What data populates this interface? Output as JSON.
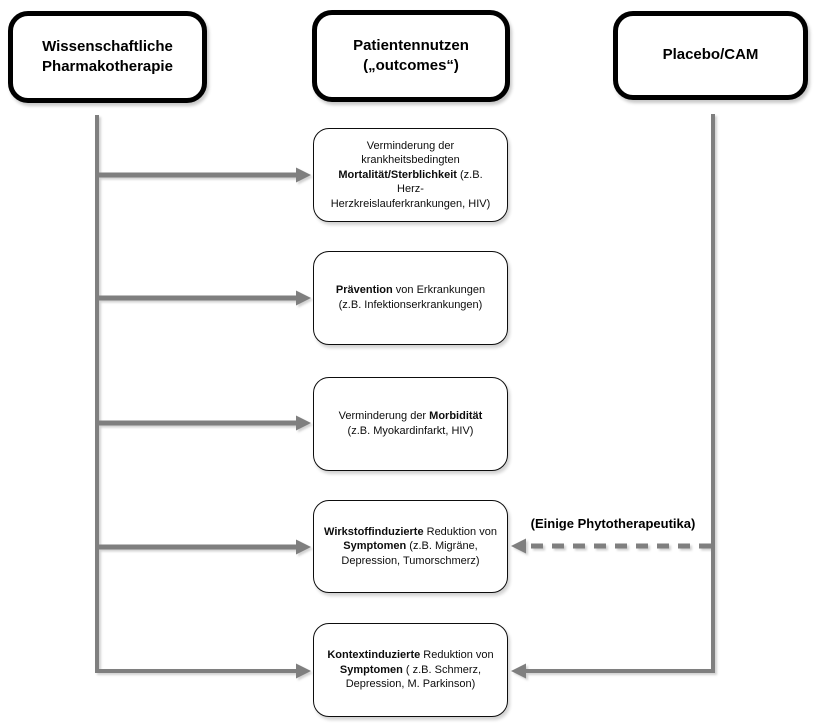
{
  "headers": {
    "left": "Wissenschaftliche\nPharmakotherapie",
    "middle": "Patientennutzen\n(„outcomes“)",
    "right": "Placebo/CAM"
  },
  "outcomes": [
    {
      "id": "mortality",
      "lines": [
        [
          {
            "t": "Verminderung der"
          }
        ],
        [
          {
            "t": "krankheitsbedingten"
          }
        ],
        [
          {
            "t": "Mortalität/Sterblichkeit",
            "b": true
          },
          {
            "t": " (z.B. Herz-"
          }
        ],
        [
          {
            "t": "Herzkreislauferkrankungen, HIV)"
          }
        ]
      ]
    },
    {
      "id": "praevention",
      "lines": [
        [
          {
            "t": "Prävention",
            "b": true
          },
          {
            "t": " von Erkrankungen"
          }
        ],
        [
          {
            "t": "(z.B. Infektionserkrankungen)"
          }
        ]
      ]
    },
    {
      "id": "morbiditaet",
      "lines": [
        [
          {
            "t": "Verminderung der "
          },
          {
            "t": "Morbidität",
            "b": true
          }
        ],
        [
          {
            "t": "(z.B. Myokardinfarkt, HIV)"
          }
        ]
      ]
    },
    {
      "id": "wirkstoffinduziert",
      "lines": [
        [
          {
            "t": "Wirkstoffinduzierte",
            "b": true
          },
          {
            "t": " Reduktion von"
          }
        ],
        [
          {
            "t": "Symptomen",
            "b": true
          },
          {
            "t": " (z.B. Migräne,"
          }
        ],
        [
          {
            "t": "Depression, Tumorschmerz)"
          }
        ]
      ]
    },
    {
      "id": "kontextinduziert",
      "lines": [
        [
          {
            "t": "Kontextinduzierte",
            "b": true
          },
          {
            "t": " Reduktion von"
          }
        ],
        [
          {
            "t": "Symptomen",
            "b": true
          },
          {
            "t": " ( z.B. Schmerz,"
          }
        ],
        [
          {
            "t": "Depression, M. Parkinson)"
          }
        ]
      ]
    }
  ],
  "annotations": {
    "dashed_arrow_label": "(Einige Phytotherapeutika)"
  },
  "colors": {
    "arrow_gray": "#7f7f7f",
    "box_border": "#000000",
    "background": "#ffffff"
  }
}
